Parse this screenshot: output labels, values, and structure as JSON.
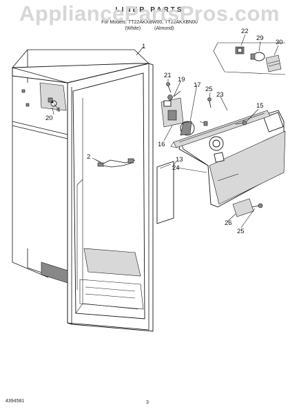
{
  "watermark": "AppliancePartsPros.com",
  "header": {
    "title": "LINER PARTS",
    "model_line": "For Models: TT22AKXBW00, TT22AKXBN00",
    "variant_line": "(White)  (Almond)"
  },
  "callouts": [
    "1",
    "2",
    "4",
    "13",
    "15",
    "16",
    "17",
    "19",
    "20",
    "21",
    "22",
    "23",
    "24",
    "25",
    "25",
    "26",
    "29",
    "30"
  ],
  "footer": {
    "doc_number": "4394581",
    "page_number": "3"
  }
}
